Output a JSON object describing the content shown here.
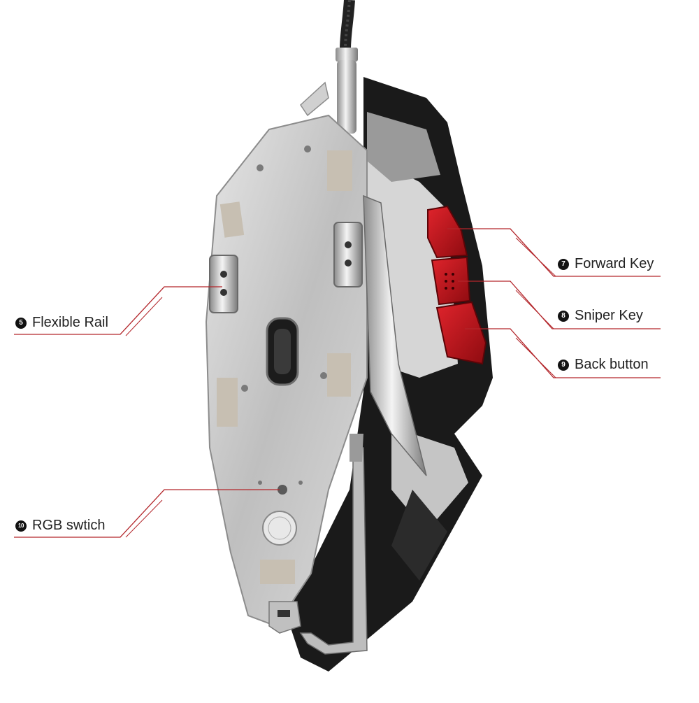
{
  "callouts": [
    {
      "number": "5",
      "label": "Flexible Rail"
    },
    {
      "number": "7",
      "label": "Forward Key"
    },
    {
      "number": "8",
      "label": "Sniper Key"
    },
    {
      "number": "9",
      "label": "Back button"
    },
    {
      "number": "10",
      "label": "RGB swtich"
    }
  ],
  "colors": {
    "leader_line": "#b3262b",
    "underline": "#b3262b",
    "side_buttons": "#c8141c",
    "metal": "#c9c9c9",
    "body_dark": "#1a1a1a",
    "label_text": "#222222"
  }
}
